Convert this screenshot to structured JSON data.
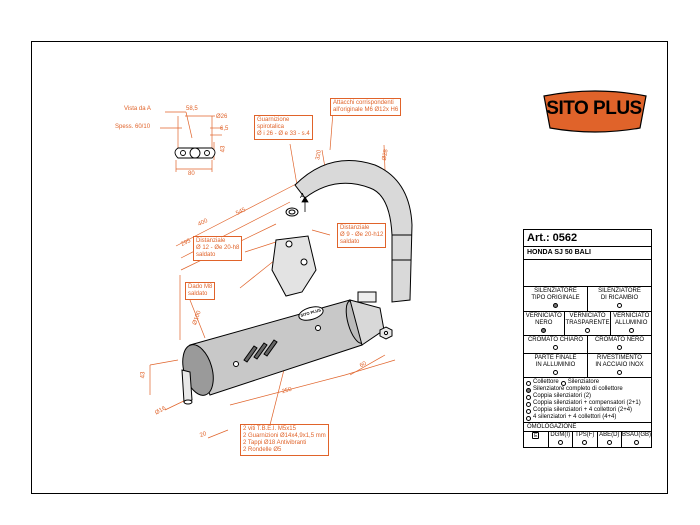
{
  "logo": {
    "text": "SITO PLUS",
    "muffler_label": "SITO PLUS"
  },
  "article": {
    "label": "Art.:",
    "number": "0562",
    "model": "HONDA SJ 50 BALI"
  },
  "table": {
    "row1": [
      "SILENZIATORE\nTIPO ORIGINALE",
      "SILENZIATORE\nDI RICAMBIO"
    ],
    "row2": [
      "VERNICIATO\nNERO",
      "VERNICIATO\nTRASPARENTE",
      "VERNICIATO\nALLUMINIO"
    ],
    "row3": [
      "CROMATO CHIARO",
      "CROMATO NERO"
    ],
    "row4": [
      "PARTE FINALE\nIN ALLUMINIO",
      "RIVESTIMENTO\nIN ACCIAIO INOX"
    ],
    "options": {
      "collettore": "Collettore",
      "silenziatore": "Silenziatore",
      "completo": "Silenziatore completo di collettore",
      "coppia": "Coppia silenziatori (2)",
      "coppia_comp": "Coppia silenziatori + compensatori (2+1)",
      "coppia_4": "Coppia silenziatori + 4 collettori (2+4)",
      "quattro": "4 silenziatori + 4 collettori (4+4)"
    },
    "omologazione": "OMOLOGAZIONE",
    "homol": [
      "E",
      "DGM(I)",
      "TPS(F)",
      "ABE(D)",
      "BSAU(GB)"
    ]
  },
  "annotations": {
    "vista": "Vista da  A",
    "spess": "Spess. 60/10",
    "guarnizione": "Guarnizione\nspirotalica\nØ i 26 - Ø e 33 - s.4",
    "attacchi": "Attacchi corrispondenti\nall'originale M6 Ø12x H6",
    "distanziale_left": "Distanziale\nØ 12 - Øe 20-h8\nsaldato",
    "distanziale_right": "Distanziale\nØ 9 - Øe 20-h12\nsaldato",
    "dado": "Dado M8\nsaldato",
    "viti": "2 viti T.B.E.I. M5x15\n2 Guarnizioni Ø14x4,9x1,5 mm\n2 Tappi Ø18 Antivibranti\n2 Rondelle Ø5",
    "letter_a": "A"
  },
  "dimensions": {
    "d585": "58,5",
    "d26": "Ø26",
    "d65": "6,5",
    "d43": "43",
    "d80": "80",
    "d545": "545",
    "d400": "400",
    "d295": "295",
    "d100": "Ø100",
    "d250": "250",
    "d20": "20",
    "d60": "60",
    "d16": "Ø16",
    "d43b": "43",
    "d28": "Ø28",
    "d320": "320"
  },
  "colors": {
    "accent": "#e0632a",
    "line": "#000000"
  }
}
